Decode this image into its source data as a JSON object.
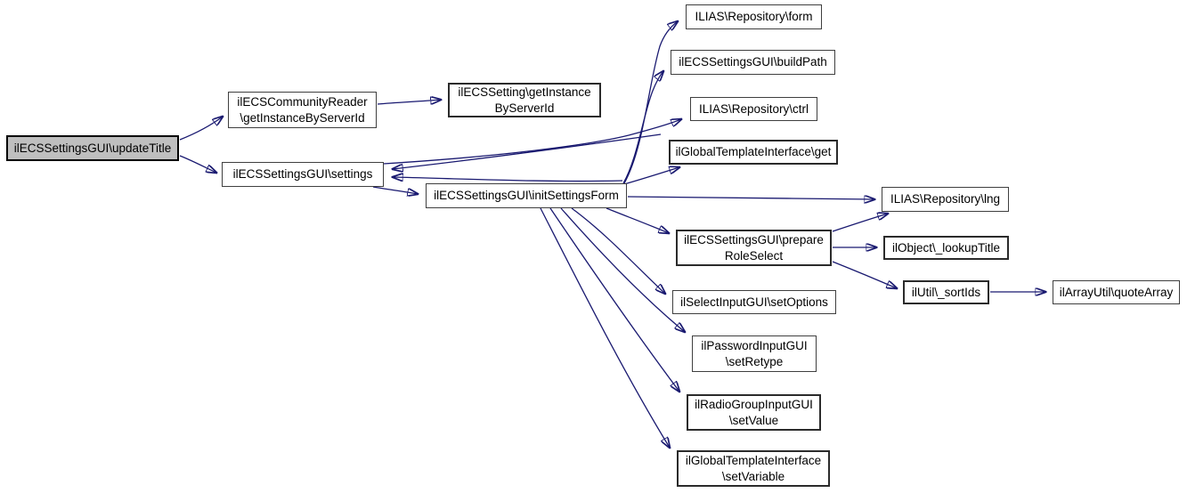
{
  "diagram": {
    "type": "doxygen-call-graph",
    "root_function": "ilECSSettingsGUI\\updateTitle",
    "colors": {
      "edge": "#191970",
      "node_fill": "#ffffff",
      "node_border": "#3f3f3f",
      "root_fill": "#bfbfbf",
      "root_border": "#000000",
      "text": "#000000"
    },
    "nodes": [
      {
        "id": "updateTitle",
        "label": "ilECSSettingsGUI\\updateTitle"
      },
      {
        "id": "readerGetInstance",
        "label": "ilECSCommunityReader\n\\getInstanceByServerId"
      },
      {
        "id": "settings",
        "label": "ilECSSettingsGUI\\settings"
      },
      {
        "id": "settingGetInstance",
        "label": "ilECSSetting\\getInstance\nByServerId"
      },
      {
        "id": "initSettingsForm",
        "label": "ilECSSettingsGUI\\initSettingsForm"
      },
      {
        "id": "repositoryForm",
        "label": "ILIAS\\Repository\\form"
      },
      {
        "id": "buildPath",
        "label": "ilECSSettingsGUI\\buildPath"
      },
      {
        "id": "repositoryCtrl",
        "label": "ILIAS\\Repository\\ctrl"
      },
      {
        "id": "templateGet",
        "label": "ilGlobalTemplateInterface\\get"
      },
      {
        "id": "repositoryLng",
        "label": "ILIAS\\Repository\\lng"
      },
      {
        "id": "prepareRoleSelect",
        "label": "ilECSSettingsGUI\\prepare\nRoleSelect"
      },
      {
        "id": "lookupTitle",
        "label": "ilObject\\_lookupTitle"
      },
      {
        "id": "sortIds",
        "label": "ilUtil\\_sortIds"
      },
      {
        "id": "quoteArray",
        "label": "ilArrayUtil\\quoteArray"
      },
      {
        "id": "setOptions",
        "label": "ilSelectInputGUI\\setOptions"
      },
      {
        "id": "setRetype",
        "label": "ilPasswordInputGUI\n\\setRetype"
      },
      {
        "id": "setValue",
        "label": "ilRadioGroupInputGUI\n\\setValue"
      },
      {
        "id": "setVariable",
        "label": "ilGlobalTemplateInterface\n\\setVariable"
      }
    ],
    "edges": [
      {
        "from": "updateTitle",
        "to": "readerGetInstance"
      },
      {
        "from": "updateTitle",
        "to": "settings"
      },
      {
        "from": "readerGetInstance",
        "to": "settingGetInstance"
      },
      {
        "from": "settings",
        "to": "initSettingsForm"
      },
      {
        "from": "settings",
        "to": "repositoryCtrl"
      },
      {
        "from": "initSettingsForm",
        "to": "repositoryForm"
      },
      {
        "from": "initSettingsForm",
        "to": "buildPath"
      },
      {
        "from": "initSettingsForm",
        "to": "templateGet"
      },
      {
        "from": "initSettingsForm",
        "to": "repositoryLng"
      },
      {
        "from": "initSettingsForm",
        "to": "settings"
      },
      {
        "from": "initSettingsForm",
        "to": "prepareRoleSelect"
      },
      {
        "from": "initSettingsForm",
        "to": "setOptions"
      },
      {
        "from": "initSettingsForm",
        "to": "setRetype"
      },
      {
        "from": "initSettingsForm",
        "to": "setValue"
      },
      {
        "from": "initSettingsForm",
        "to": "setVariable"
      },
      {
        "from": "prepareRoleSelect",
        "to": "repositoryLng"
      },
      {
        "from": "prepareRoleSelect",
        "to": "lookupTitle"
      },
      {
        "from": "prepareRoleSelect",
        "to": "sortIds"
      },
      {
        "from": "sortIds",
        "to": "quoteArray"
      }
    ]
  }
}
